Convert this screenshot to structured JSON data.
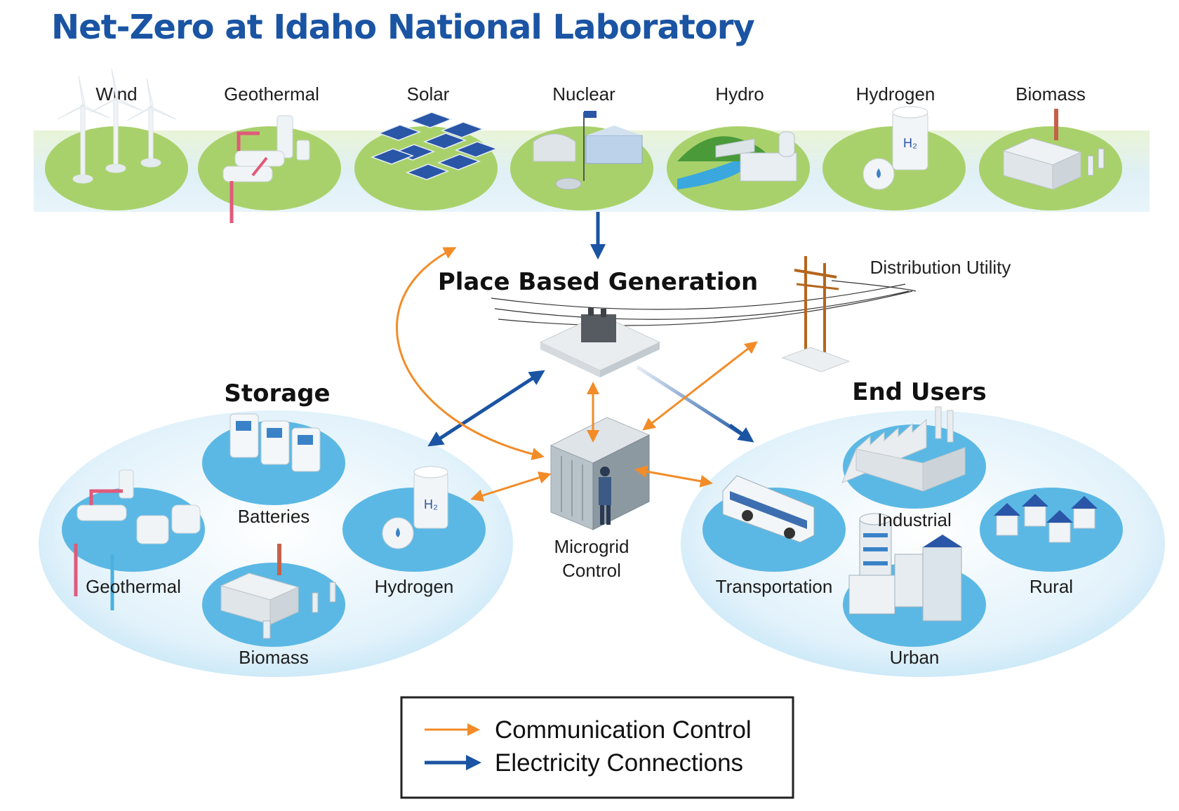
{
  "title": "Net-Zero at Idaho National Laboratory",
  "sources": [
    "Wind",
    "Geothermal",
    "Solar",
    "Nuclear",
    "Hydro",
    "Hydrogen",
    "Biomass"
  ],
  "hubs": {
    "generation": "Place Based Generation",
    "distribution": "Distribution Utility",
    "storage": "Storage",
    "end_users": "End Users",
    "microgrid_line1": "Microgrid",
    "microgrid_line2": "Control"
  },
  "storage_items": [
    "Batteries",
    "Geothermal",
    "Hydrogen",
    "Biomass"
  ],
  "end_user_items": [
    "Industrial",
    "Transportation",
    "Rural",
    "Urban"
  ],
  "hydrogen_symbol": "H₂",
  "legend": {
    "communication": "Communication Control",
    "electricity": "Electricity Connections"
  },
  "colors": {
    "title": "#1a54a3",
    "communication_arrow": "#f28c28",
    "electricity_arrow": "#1a54a3",
    "land_green": "#a9d16b",
    "storage_blue": "#5bb8e4",
    "ellipse_light": "#d7eef9"
  }
}
